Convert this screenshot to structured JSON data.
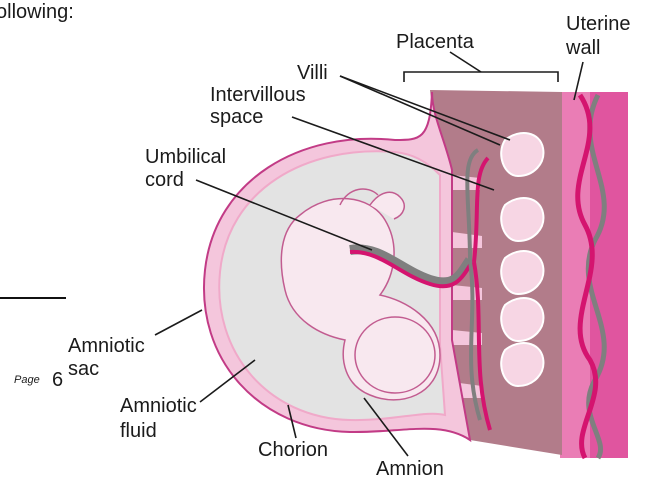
{
  "header_fragment": "ollowing:",
  "page_label": "Page",
  "page_number": "6",
  "labels": {
    "placenta": "Placenta",
    "uterine_wall_line1": "Uterine",
    "uterine_wall_line2": "wall",
    "villi": "Villi",
    "intervillous_line1": "Intervillous",
    "intervillous_line2": "space",
    "umbilical_line1": "Umbilical",
    "umbilical_line2": "cord",
    "amniotic_sac_line1": "Amniotic",
    "amniotic_sac_line2": "sac",
    "amniotic_fluid_line1": "Amniotic",
    "amniotic_fluid_line2": "fluid",
    "chorion": "Chorion",
    "amnion": "Amnion"
  },
  "colors": {
    "uterine_wall": "#e0559f",
    "placenta_tissue": "#b27c8a",
    "membranes": "#f4c6dc",
    "amniotic_fluid": "#e3e3e3",
    "fetus": "#f8e8ef",
    "artery": "#d4146f",
    "vein": "#7f7f7f"
  }
}
